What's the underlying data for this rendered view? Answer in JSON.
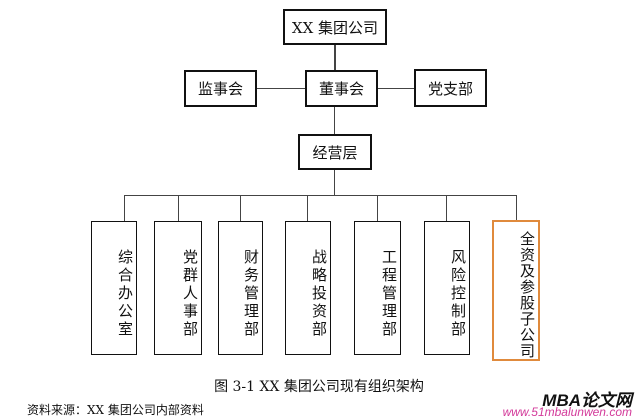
{
  "nodes": {
    "top": "XX 集团公司",
    "supervisory": "监事会",
    "board": "董事会",
    "party": "党支部",
    "management": "经营层"
  },
  "departments": [
    "综合办公室",
    "党群人事部",
    "财务管理部",
    "战略投资部",
    "工程管理部",
    "风险控制部",
    "全资及参股子公司"
  ],
  "highlight_color": "#e08a3c",
  "caption": "图 3-1 XX 集团公司现有组织架构",
  "source": "资料来源：XX 集团公司内部资料",
  "watermark": {
    "title": "MBA论文网",
    "url": "www.51mbalunwen.com"
  }
}
